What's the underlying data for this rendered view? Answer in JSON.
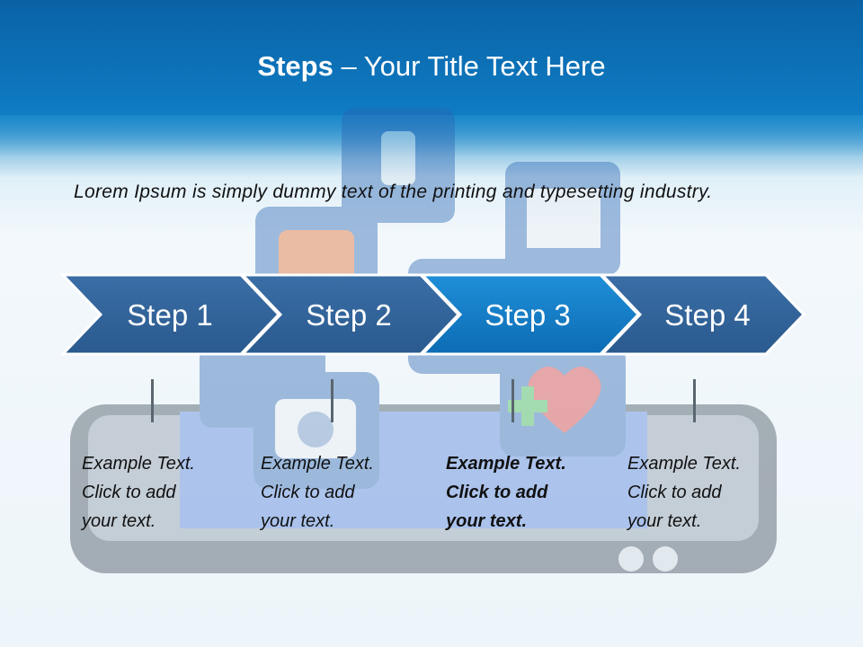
{
  "title": {
    "bold": "Steps",
    "rest": " – Your Title Text Here"
  },
  "intro": "Lorem Ipsum is simply dummy text of the printing and typesetting industry.",
  "background_icons": [
    "smartphone-icon",
    "rss-icon",
    "news-icon",
    "camera-icon",
    "health-heart-icon",
    "globe-icon"
  ],
  "steps": [
    {
      "label": "Step 1",
      "desc": [
        "Example Text.",
        "Click  to add",
        "your text."
      ],
      "highlight": false
    },
    {
      "label": "Step 2",
      "desc": [
        "Example Text.",
        "Click  to add",
        "your text."
      ],
      "highlight": false
    },
    {
      "label": "Step 3",
      "desc": [
        "Example Text.",
        "Click  to add",
        "your text."
      ],
      "highlight": true
    },
    {
      "label": "Step 4",
      "desc": [
        "Example Text.",
        "Click  to add",
        "your text."
      ],
      "highlight": false
    }
  ],
  "colors": {
    "title_bar": "#0a62a5",
    "chevron": "#2c5f95",
    "chevron_highlight": "#0e76c2",
    "chevron_border": "#ffffff"
  }
}
